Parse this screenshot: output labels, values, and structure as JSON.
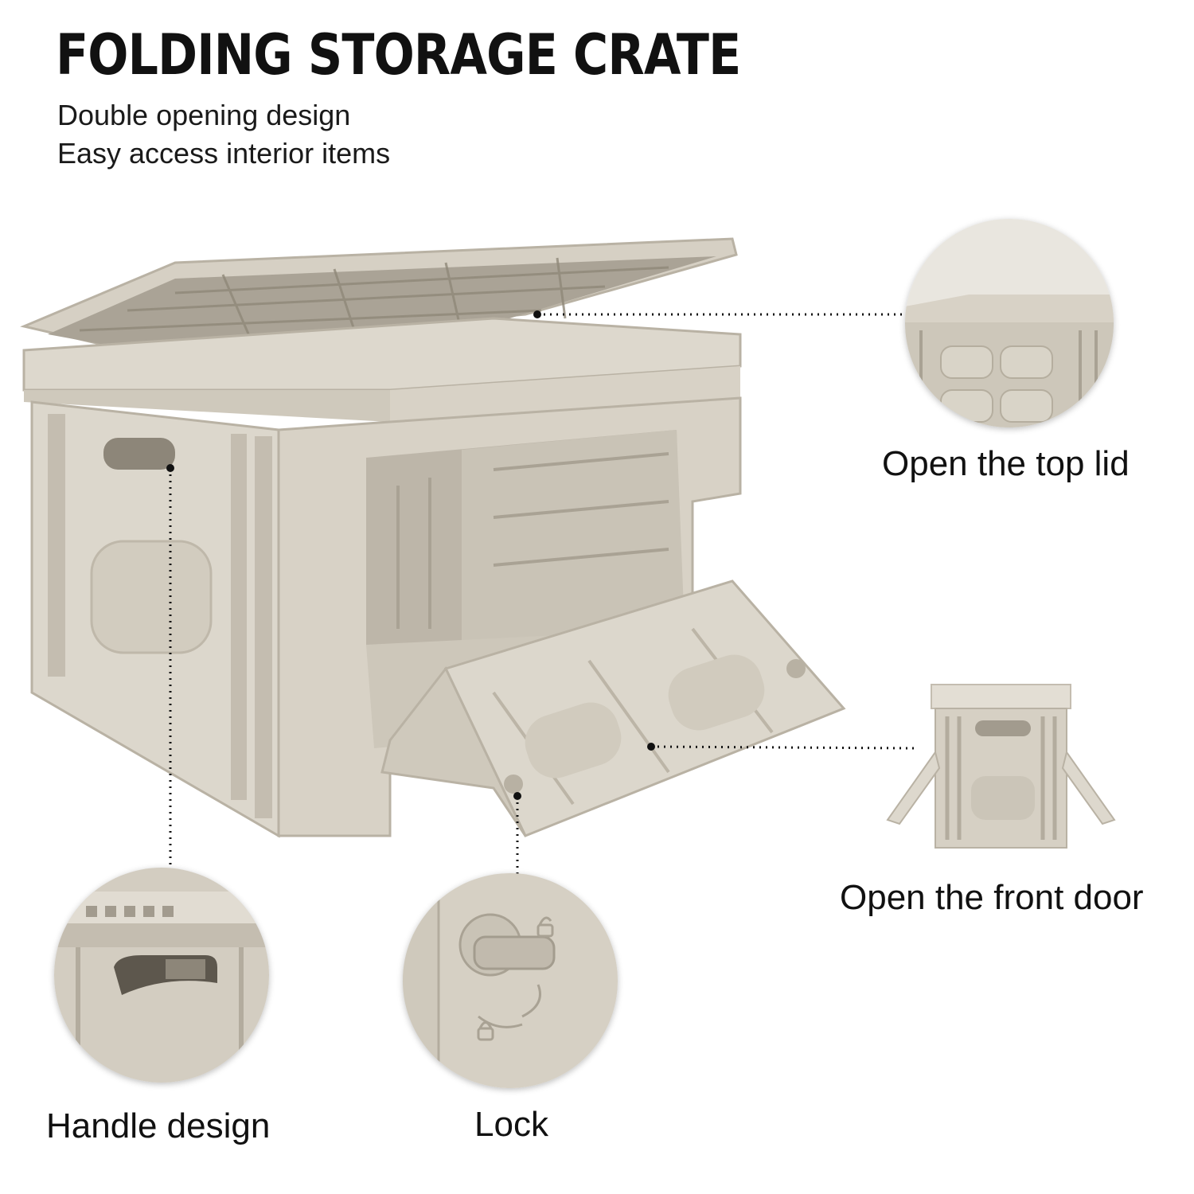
{
  "header": {
    "title": "FOLDING STORAGE CRATE",
    "subtitle_line1": "Double opening design",
    "subtitle_line2": "Easy access interior items"
  },
  "callouts": {
    "top_lid": "Open the top lid",
    "front_door": "Open the front door",
    "handle": "Handle design",
    "lock": "Lock"
  },
  "colors": {
    "crate_light": "#dcd7cc",
    "crate_mid": "#c9c3b6",
    "crate_dark": "#a8a193",
    "background": "#ffffff"
  }
}
